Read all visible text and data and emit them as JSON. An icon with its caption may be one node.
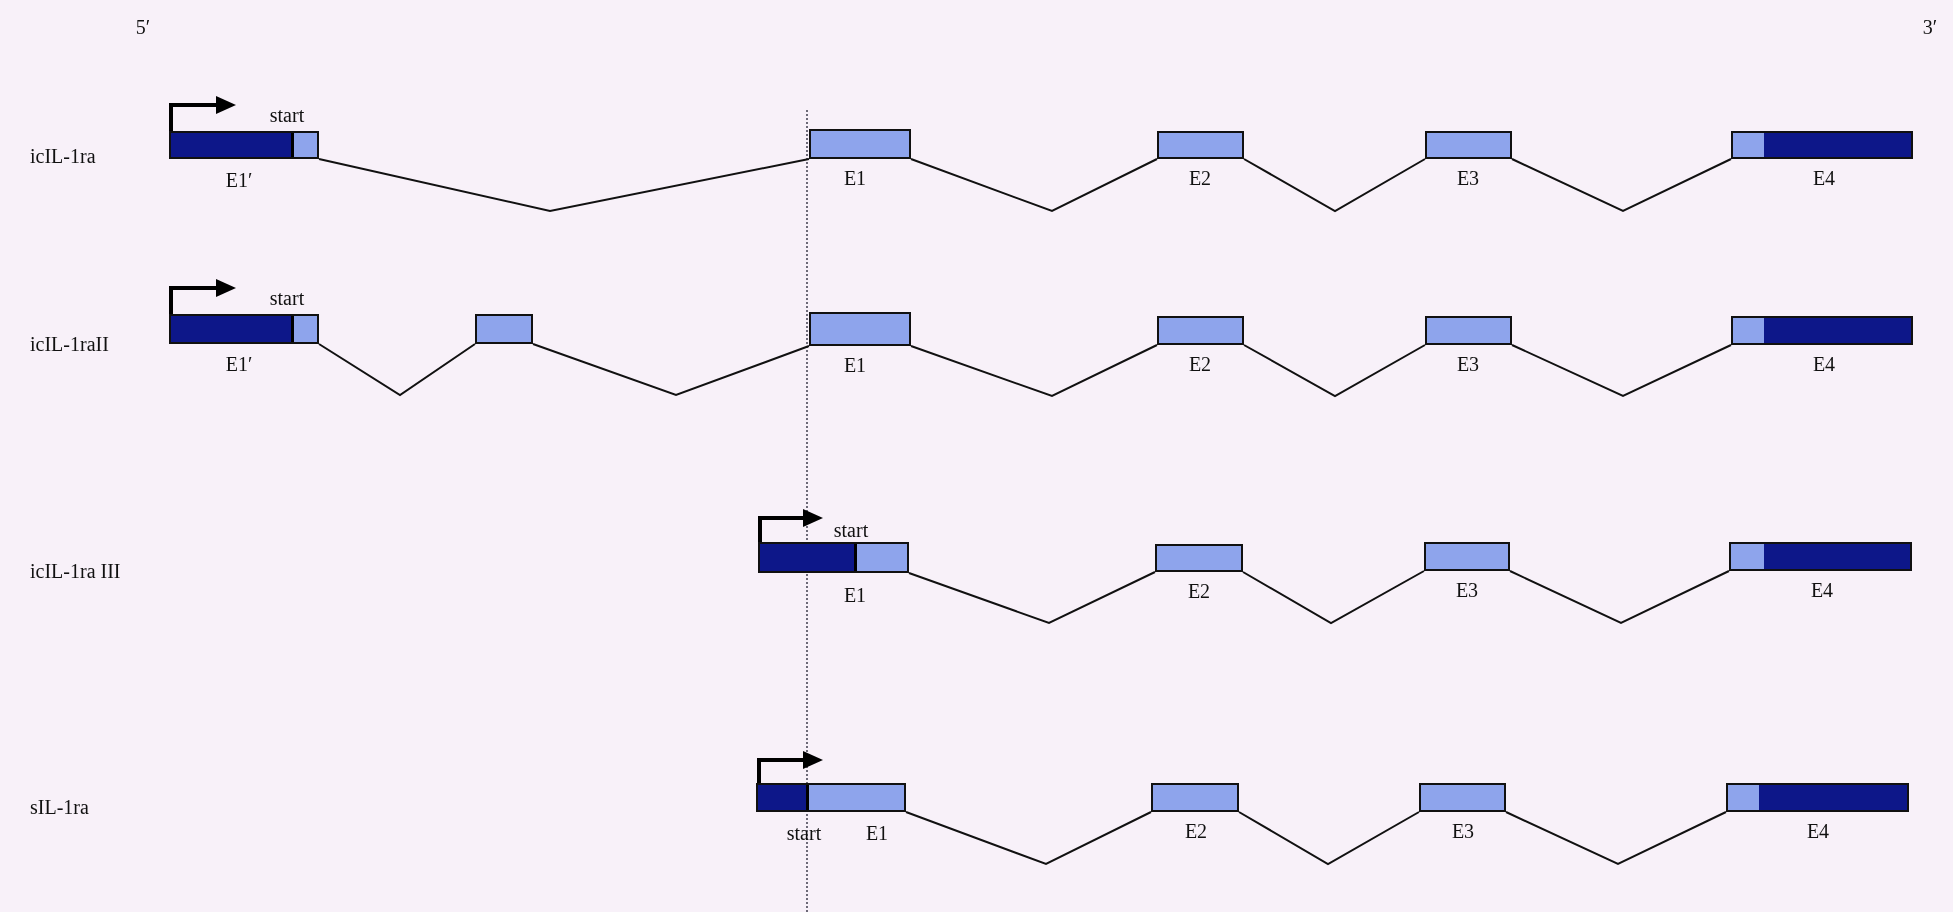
{
  "diagram": {
    "nodes": [
      {
        "text": [],
        "shape": "box",
        "beside": [
          "start",
          "E1′"
        ]
      },
      {
        "text": [],
        "shape": "box",
        "beside": [
          "E1"
        ]
      },
      {
        "text": [],
        "shape": "box",
        "beside": [
          "E2"
        ]
      },
      {
        "text": [],
        "shape": "box",
        "beside": [
          "E3"
        ]
      },
      {
        "text": [],
        "shape": "box",
        "beside": [
          "E4"
        ]
      },
      {
        "text": [],
        "shape": "box",
        "beside": [
          "start",
          "E1′"
        ]
      },
      {
        "text": [],
        "shape": "box"
      },
      {
        "text": [],
        "shape": "box",
        "beside": [
          "E1"
        ]
      },
      {
        "text": [],
        "shape": "box",
        "beside": [
          "E2"
        ]
      },
      {
        "text": [],
        "shape": "box",
        "beside": [
          "E3"
        ]
      },
      {
        "text": [],
        "shape": "box",
        "beside": [
          "E4"
        ]
      },
      {
        "text": [],
        "shape": "box",
        "beside": [
          "start",
          "E1"
        ]
      },
      {
        "text": [],
        "shape": "box",
        "beside": [
          "E2"
        ]
      },
      {
        "text": [],
        "shape": "box",
        "beside": [
          "E3"
        ]
      },
      {
        "text": [],
        "shape": "box",
        "beside": [
          "E4"
        ]
      },
      {
        "text": [],
        "shape": "box",
        "beside": [
          "start",
          "E1"
        ]
      },
      {
        "text": [],
        "shape": "box",
        "beside": [
          "E2"
        ]
      },
      {
        "text": [],
        "shape": "box",
        "beside": [
          "E3"
        ]
      },
      {
        "text": [],
        "shape": "box",
        "beside": [
          "E4"
        ]
      }
    ],
    "edges": [
      {
        "from": 0,
        "to": 1,
        "arrow": "none"
      },
      {
        "from": 1,
        "to": 2,
        "arrow": "none"
      },
      {
        "from": 2,
        "to": 3,
        "arrow": "none"
      },
      {
        "from": 3,
        "to": 4,
        "arrow": "none"
      },
      {
        "from": 5,
        "to": 6,
        "arrow": "none"
      },
      {
        "from": 6,
        "to": 7,
        "arrow": "none"
      },
      {
        "from": 7,
        "to": 8,
        "arrow": "none"
      },
      {
        "from": 8,
        "to": 9,
        "arrow": "none"
      },
      {
        "from": 9,
        "to": 10,
        "arrow": "none"
      },
      {
        "from": 11,
        "to": 12,
        "arrow": "none"
      },
      {
        "from": 12,
        "to": 13,
        "arrow": "none"
      },
      {
        "from": 13,
        "to": 14,
        "arrow": "none"
      },
      {
        "from": 15,
        "to": 16,
        "arrow": "none"
      },
      {
        "from": 16,
        "to": 17,
        "arrow": "none"
      },
      {
        "from": 17,
        "to": 18,
        "arrow": "none"
      }
    ],
    "labels": [
      "5′",
      "3′",
      "icIL-1ra",
      "icIL-1raII",
      "icIL-1ra III",
      "sIL-1ra"
    ]
  }
}
